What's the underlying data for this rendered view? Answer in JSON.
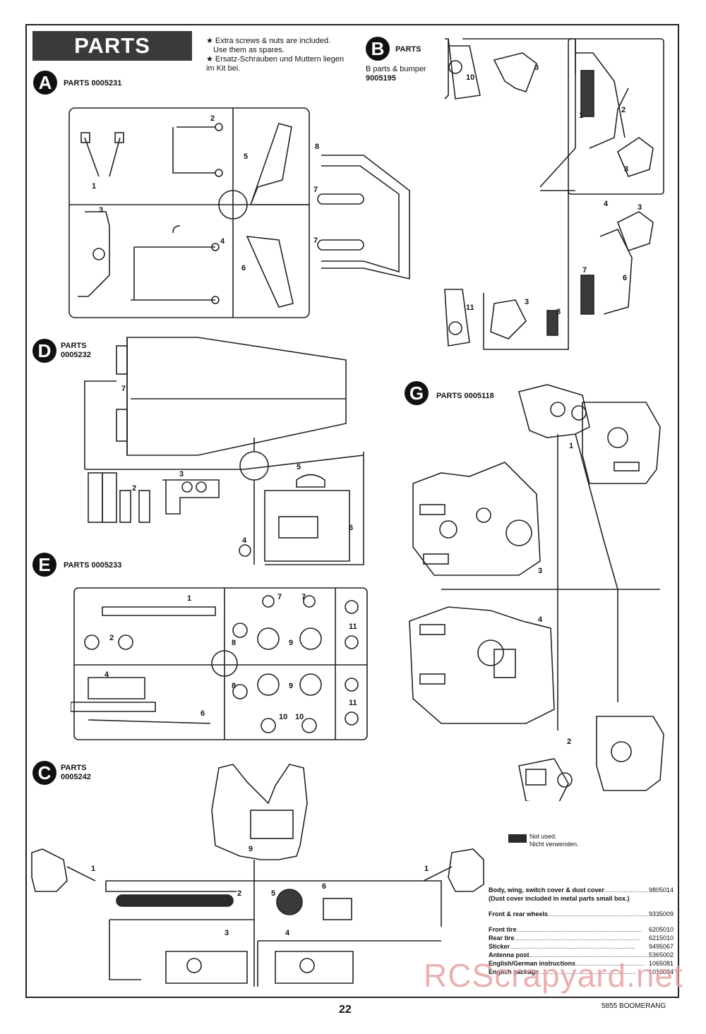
{
  "header": {
    "banner": "PARTS",
    "note_en_1": "★ Extra screws & nuts are included.",
    "note_en_2": "Use them as spares.",
    "note_de_1": "★ Ersatz-Schrauben und Muttern liegen",
    "note_de_2": "im Kit bei."
  },
  "sections": {
    "A": {
      "letter": "A",
      "label": "PARTS 0005231"
    },
    "B": {
      "letter": "B",
      "label": "PARTS",
      "sub1": "B parts & bumper",
      "sub2": "9005195"
    },
    "D": {
      "letter": "D",
      "label1": "PARTS",
      "label2": "0005232"
    },
    "E": {
      "letter": "E",
      "label": "PARTS 0005233"
    },
    "G": {
      "letter": "G",
      "label": "PARTS 0005118"
    },
    "C": {
      "letter": "C",
      "label1": "PARTS",
      "label2": "0005242"
    }
  },
  "numbers": {
    "n1": "1",
    "n2": "2",
    "n3": "3",
    "n4": "4",
    "n5": "5",
    "n6": "6",
    "n7": "7",
    "n8": "8",
    "n9": "9",
    "n10": "10",
    "n11": "11"
  },
  "legend": {
    "line1": "Not used.",
    "line2": "Nicht verwenden."
  },
  "parts_list": [
    {
      "name": "Body, wing, switch cover & dust cover",
      "code": "9805014"
    },
    {
      "name": "(Dust cover included in metal parts small box.)",
      "code": ""
    },
    {
      "name": "Front & rear wheels",
      "code": "9335009"
    },
    {
      "name": "Front tire",
      "code": "6205010"
    },
    {
      "name": "Rear tire",
      "code": "6215010"
    },
    {
      "name": "Sticker",
      "code": "9495067"
    },
    {
      "name": "Antenna post",
      "code": "5365002"
    },
    {
      "name": "English/German instructions",
      "code": "1065081"
    },
    {
      "name": "English package",
      "code": "1015034"
    }
  ],
  "footer": {
    "page": "22",
    "model": "5855 BOOMERANG",
    "watermark": "RCScrapyard.net"
  }
}
